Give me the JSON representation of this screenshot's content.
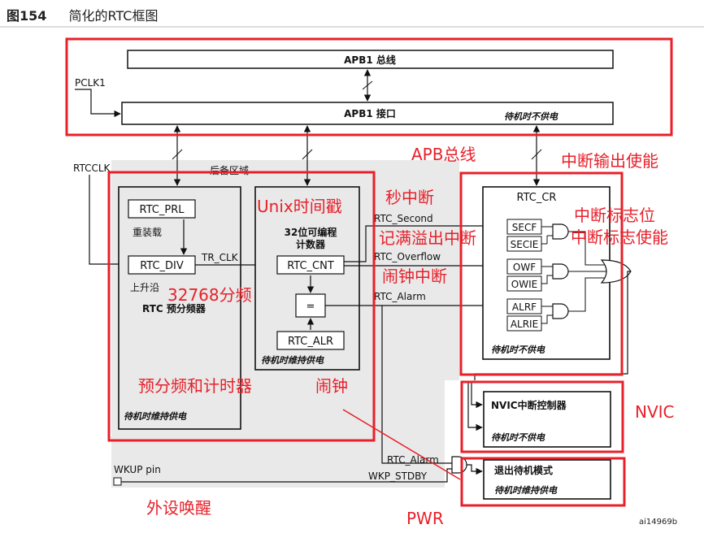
{
  "figure": {
    "number": "图154",
    "title": "简化的RTC框图"
  },
  "bus": {
    "apb1_bus": "APB1 总线",
    "apb1_if": "APB1 接口",
    "pclk1": "PCLK1",
    "standby_no_power": "待机时不供电"
  },
  "clock": {
    "rtcclk": "RTCCLK",
    "backup_domain": "后备区域",
    "tr_clk": "TR_CLK"
  },
  "prescaler": {
    "prl": "RTC_PRL",
    "reload": "重装载",
    "div": "RTC_DIV",
    "rising": "上升沿",
    "label": "RTC 预分频器",
    "standby": "待机时维持供电"
  },
  "counter": {
    "title_line1": "32位可编程",
    "title_line2": "计数器",
    "cnt": "RTC_CNT",
    "eq": "=",
    "alr": "RTC_ALR",
    "standby": "待机时维持供电"
  },
  "signals": {
    "second": "RTC_Second",
    "overflow": "RTC_Overflow",
    "alarm": "RTC_Alarm",
    "alarm2": "RTC_Alarm",
    "wkp_stdby": "WKP_STDBY",
    "wkup_pin": "WKUP pin"
  },
  "ctrl": {
    "title": "RTC_CR",
    "secf": "SECF",
    "secie": "SECIE",
    "owf": "OWF",
    "owie": "OWIE",
    "alrf": "ALRF",
    "alrie": "ALRIE",
    "standby": "待机时不供电"
  },
  "nvic": {
    "title": "NVIC中断控制器",
    "standby": "待机时不供电"
  },
  "exit_standby": {
    "title": "退出待机模式",
    "standby": "待机时维持供电"
  },
  "annotations": {
    "apb_bus": "APB总线",
    "irq_out_enable": "中断输出使能",
    "unix_timestamp": "Unix时间戳",
    "second_irq": "秒中断",
    "overflow_irq": "记满溢出中断",
    "alarm_irq": "闹钟中断",
    "irq_flag": "中断标志位",
    "irq_flag_enable": "中断标志使能",
    "div_32768": "32768分频",
    "prescale_timer": "预分频和计时器",
    "alarm": "闹钟",
    "nvic": "NVIC",
    "wakeup": "外设唤醒",
    "pwr": "PWR"
  },
  "colors": {
    "annotation": "#e8202a",
    "domain_fill": "#e9e9e9"
  },
  "watermark_id": "ai14969b"
}
